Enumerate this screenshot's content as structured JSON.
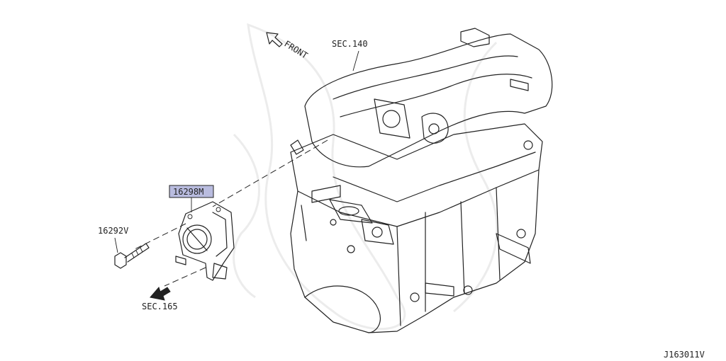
{
  "labels": {
    "front": "FRONT",
    "sec140": "SEC.140",
    "sec165": "SEC.165",
    "part_highlight": "16298M",
    "part_bolt": "16292V",
    "diagram_code": "J163011V"
  },
  "colors": {
    "highlight": "#b9bcdf",
    "line": "#222222"
  }
}
